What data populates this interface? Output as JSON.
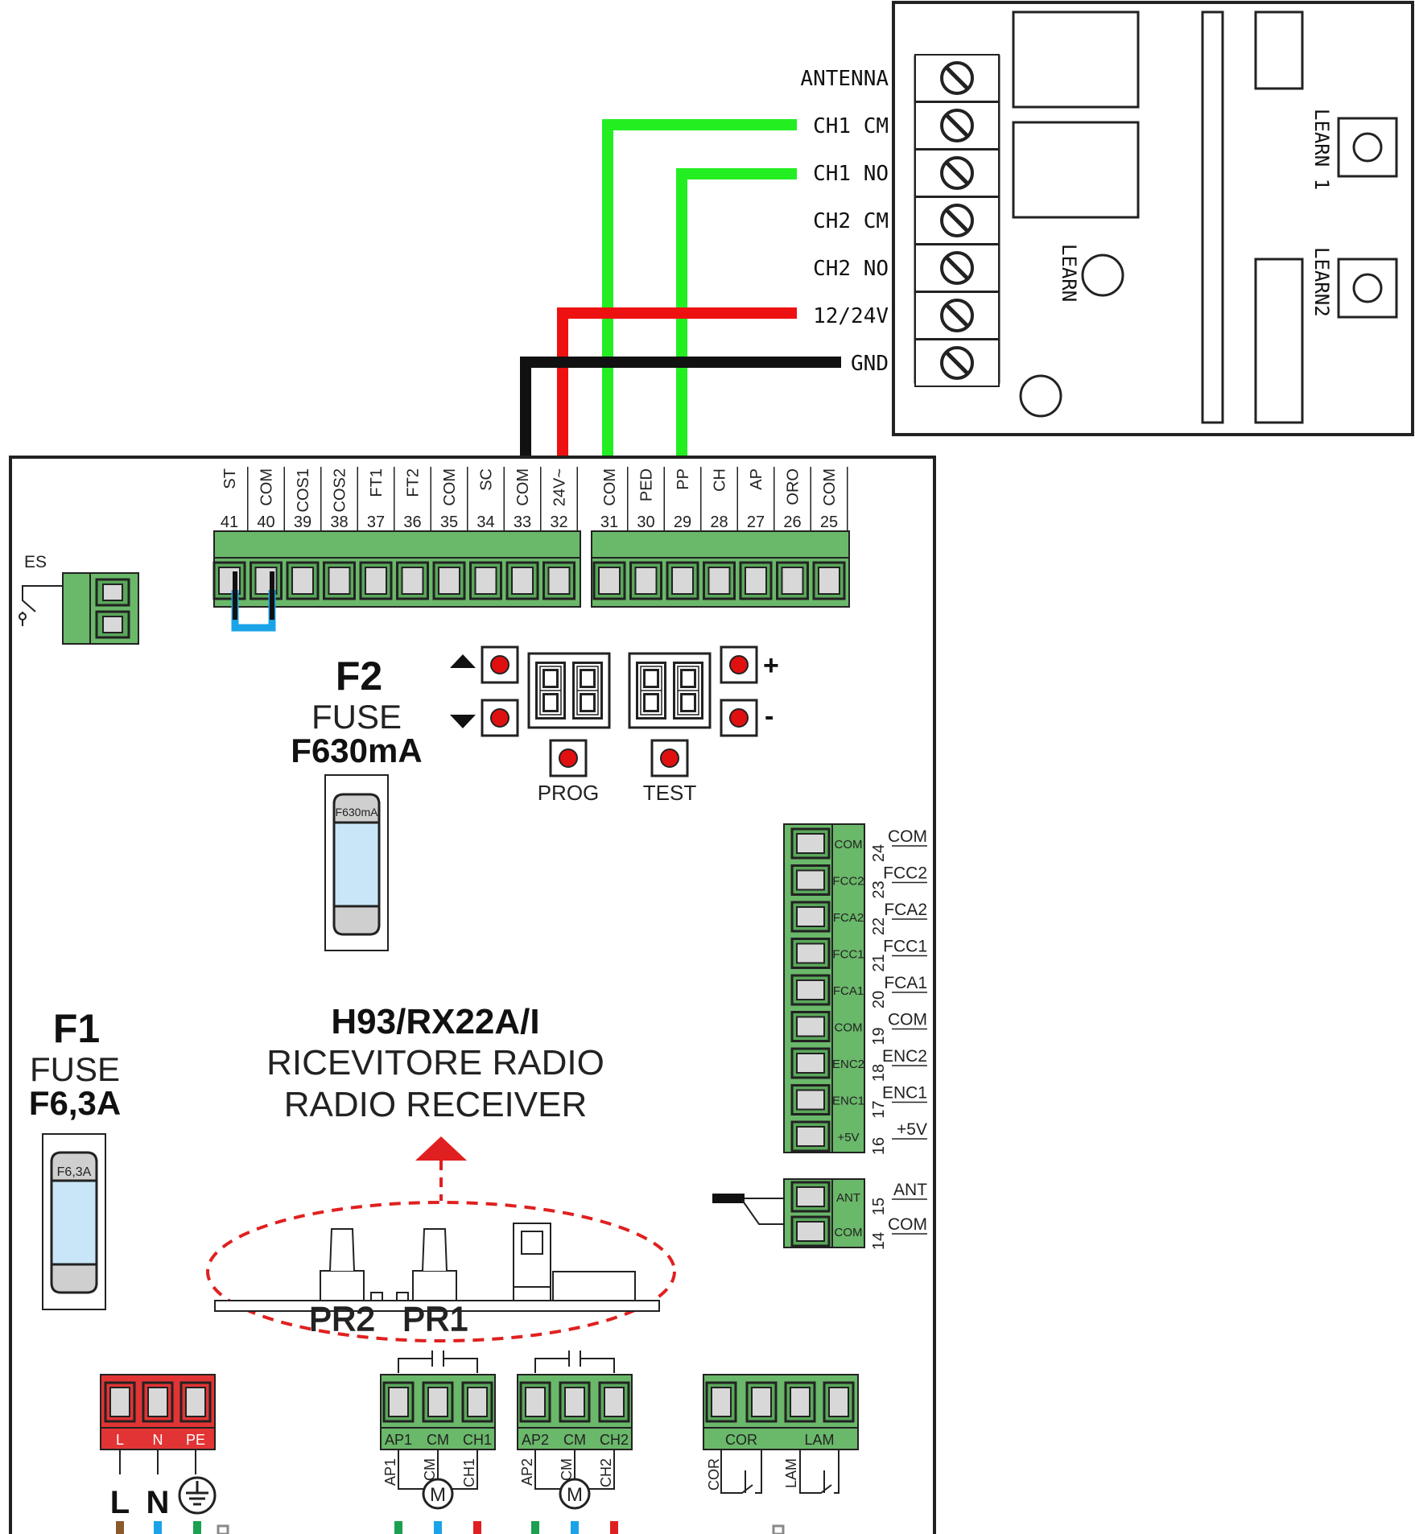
{
  "receiver": {
    "terminals": [
      "ANTENNA",
      "CH1 CM",
      "CH1 NO",
      "CH2 CM",
      "CH2 NO",
      "12/24V",
      "GND"
    ],
    "learn": "LEARN",
    "learn1": "LEARN 1",
    "learn2": "LEARN2"
  },
  "top_terminals": {
    "left": [
      {
        "label": "ST",
        "num": "41"
      },
      {
        "label": "COM",
        "num": "40"
      },
      {
        "label": "COS1",
        "num": "39"
      },
      {
        "label": "COS2",
        "num": "38"
      },
      {
        "label": "FT1",
        "num": "37"
      },
      {
        "label": "FT2",
        "num": "36"
      },
      {
        "label": "COM",
        "num": "35"
      },
      {
        "label": "SC",
        "num": "34"
      },
      {
        "label": "COM",
        "num": "33"
      },
      {
        "label": "24V~",
        "num": "32"
      }
    ],
    "right": [
      {
        "label": "COM",
        "num": "31"
      },
      {
        "label": "PED",
        "num": "30"
      },
      {
        "label": "PP",
        "num": "29"
      },
      {
        "label": "CH",
        "num": "28"
      },
      {
        "label": "AP",
        "num": "27"
      },
      {
        "label": "ORO",
        "num": "26"
      },
      {
        "label": "COM",
        "num": "25"
      }
    ]
  },
  "es_label": "ES",
  "f2": {
    "title": "F2",
    "fuse": "FUSE",
    "rating": "F630mA",
    "body": "F630mA"
  },
  "f1": {
    "title": "F1",
    "fuse": "FUSE",
    "rating": "F6,3A",
    "body": "F6,3A"
  },
  "controls": {
    "prog": "PROG",
    "test": "TEST",
    "plus": "+",
    "minus": "-"
  },
  "right_terminals": [
    {
      "inner": "COM",
      "num": "24",
      "outer": "COM"
    },
    {
      "inner": "FCC2",
      "num": "23",
      "outer": "FCC2"
    },
    {
      "inner": "FCA2",
      "num": "22",
      "outer": "FCA2"
    },
    {
      "inner": "FCC1",
      "num": "21",
      "outer": "FCC1"
    },
    {
      "inner": "FCA1",
      "num": "20",
      "outer": "FCA1"
    },
    {
      "inner": "COM",
      "num": "19",
      "outer": "COM"
    },
    {
      "inner": "ENC2",
      "num": "18",
      "outer": "ENC2"
    },
    {
      "inner": "ENC1",
      "num": "17",
      "outer": "ENC1"
    },
    {
      "inner": "+5V",
      "num": "16",
      "outer": "+5V"
    }
  ],
  "ant_terminals": [
    {
      "inner": "ANT",
      "num": "15",
      "outer": "ANT"
    },
    {
      "inner": "COM",
      "num": "14",
      "outer": "COM"
    }
  ],
  "module": {
    "model": "H93/RX22A/I",
    "line1": "RICEVITORE RADIO",
    "line2": "RADIO RECEIVER",
    "pr2": "PR2",
    "pr1": "PR1"
  },
  "power": {
    "labels": [
      "L",
      "N",
      "PE"
    ],
    "under": [
      "L",
      "N"
    ]
  },
  "motor1": {
    "labels": [
      "AP1",
      "CM",
      "CH1"
    ],
    "m": "M"
  },
  "motor2": {
    "labels": [
      "AP2",
      "CM",
      "CH2"
    ],
    "m": "M"
  },
  "lamp": {
    "cor": "COR",
    "lam": "LAM"
  }
}
